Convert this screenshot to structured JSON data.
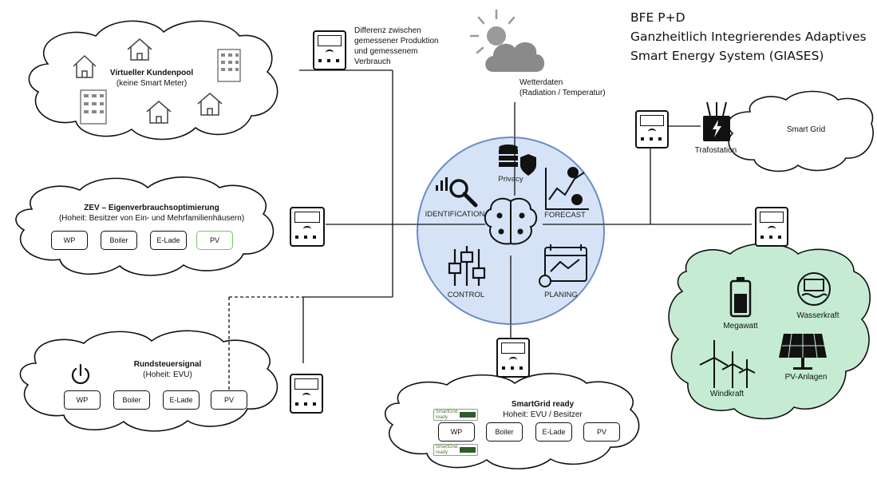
{
  "title": {
    "line1": "BFE P+D",
    "line2": "Ganzheitlich Integrierendes Adaptives",
    "line3": "Smart Energy System (GIASES)"
  },
  "weather": {
    "label_line1": "Wetterdaten",
    "label_line2": "(Radiation / Temperatur)",
    "icon": "sun-cloud-icon"
  },
  "meter_note": {
    "line1": "Differenz zwischen",
    "line2": "gemessener Produktion",
    "line3": "und gemessenem",
    "line4": "Verbrauch"
  },
  "pool": {
    "title": "Virtueller Kundenpool",
    "subtitle": "(keine Smart Meter)"
  },
  "zev": {
    "title": "ZEV – Eigenverbrauchsoptimierung",
    "subtitle": "(Hoheit: Besitzer von Ein- und Mehrfamilienhäusern)",
    "chips": [
      "WP",
      "Boiler",
      "E-Lade",
      "PV"
    ]
  },
  "ripple": {
    "title": "Rundsteuersignal",
    "subtitle": "(Hoheit: EVU)",
    "chips": [
      "WP",
      "Boiler",
      "E-Lade",
      "PV"
    ]
  },
  "sgready": {
    "title": "SmartGrid ready",
    "subtitle": "Hoheit: EVU / Besitzer",
    "chips": [
      "WP",
      "Boiler",
      "E-Lade",
      "PV"
    ],
    "badge_line1": "SmartGrid",
    "badge_line2": "ready"
  },
  "smartgrid": {
    "label": "Smart Grid",
    "trafo_label": "Trafostation"
  },
  "production": {
    "megawatt": "Megawatt",
    "wasserkraft": "Wasserkraft",
    "pv": "PV-Anlagen",
    "wind": "Windkraft"
  },
  "core": {
    "privacy": "Privacy",
    "identification": "IDENTIFICATION",
    "forecast": "FORECAST",
    "control": "CONTROL",
    "planing": "PLANING"
  },
  "colors": {
    "circle_fill": "#d6e3f7",
    "circle_stroke": "#6b8cc7",
    "green_cloud": "#c5ecd3",
    "chip_highlight": "#7dc06a"
  }
}
